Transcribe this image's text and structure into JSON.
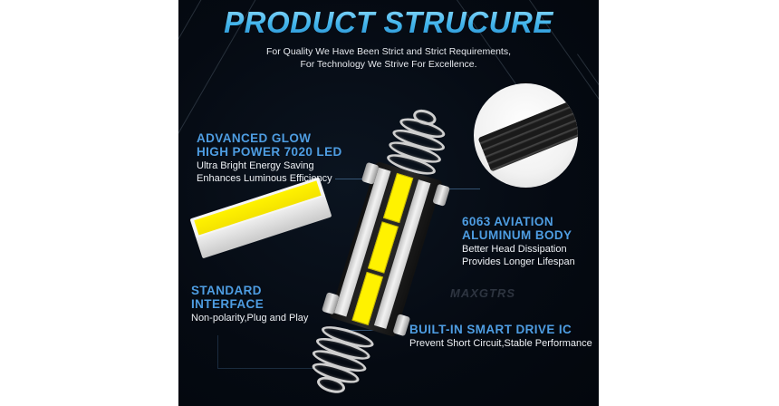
{
  "header": {
    "title": "PRODUCT STRUCURE",
    "subtitle_line1": "For Quality We Have Been Strict and Strict Requirements,",
    "subtitle_line2": "For Technology We Strive For Excellence."
  },
  "features": [
    {
      "heading_line1": "ADVANCED GLOW",
      "heading_line2": "HIGH POWER 7020 LED",
      "desc_line1": "Ultra Bright Energy Saving",
      "desc_line2": "Enhances Luminous Efficiency"
    },
    {
      "heading_line1": "6063 AVIATION",
      "heading_line2": "ALUMINUM BODY",
      "desc_line1": "Better Head Dissipation",
      "desc_line2": "Provides Longer Lifespan"
    },
    {
      "heading_line1": "STANDARD",
      "heading_line2": "INTERFACE",
      "desc_line1": "Non-polarity,Plug and Play"
    },
    {
      "heading_line1": "BUILT-IN SMART DRIVE IC",
      "desc_line1": "Prevent Short Circuit,Stable Performance"
    }
  ],
  "watermark": "MAXGTRS",
  "colors": {
    "title_blue": "#41b3ea",
    "heading_blue": "#4e9de2",
    "led_yellow": "#fff200",
    "background": "#050a12"
  },
  "icons": {
    "led_chip": "led-chip-illustration",
    "bulb": "festoon-led-bulb-illustration",
    "heatsink": "aluminum-heatsink-closeup"
  }
}
